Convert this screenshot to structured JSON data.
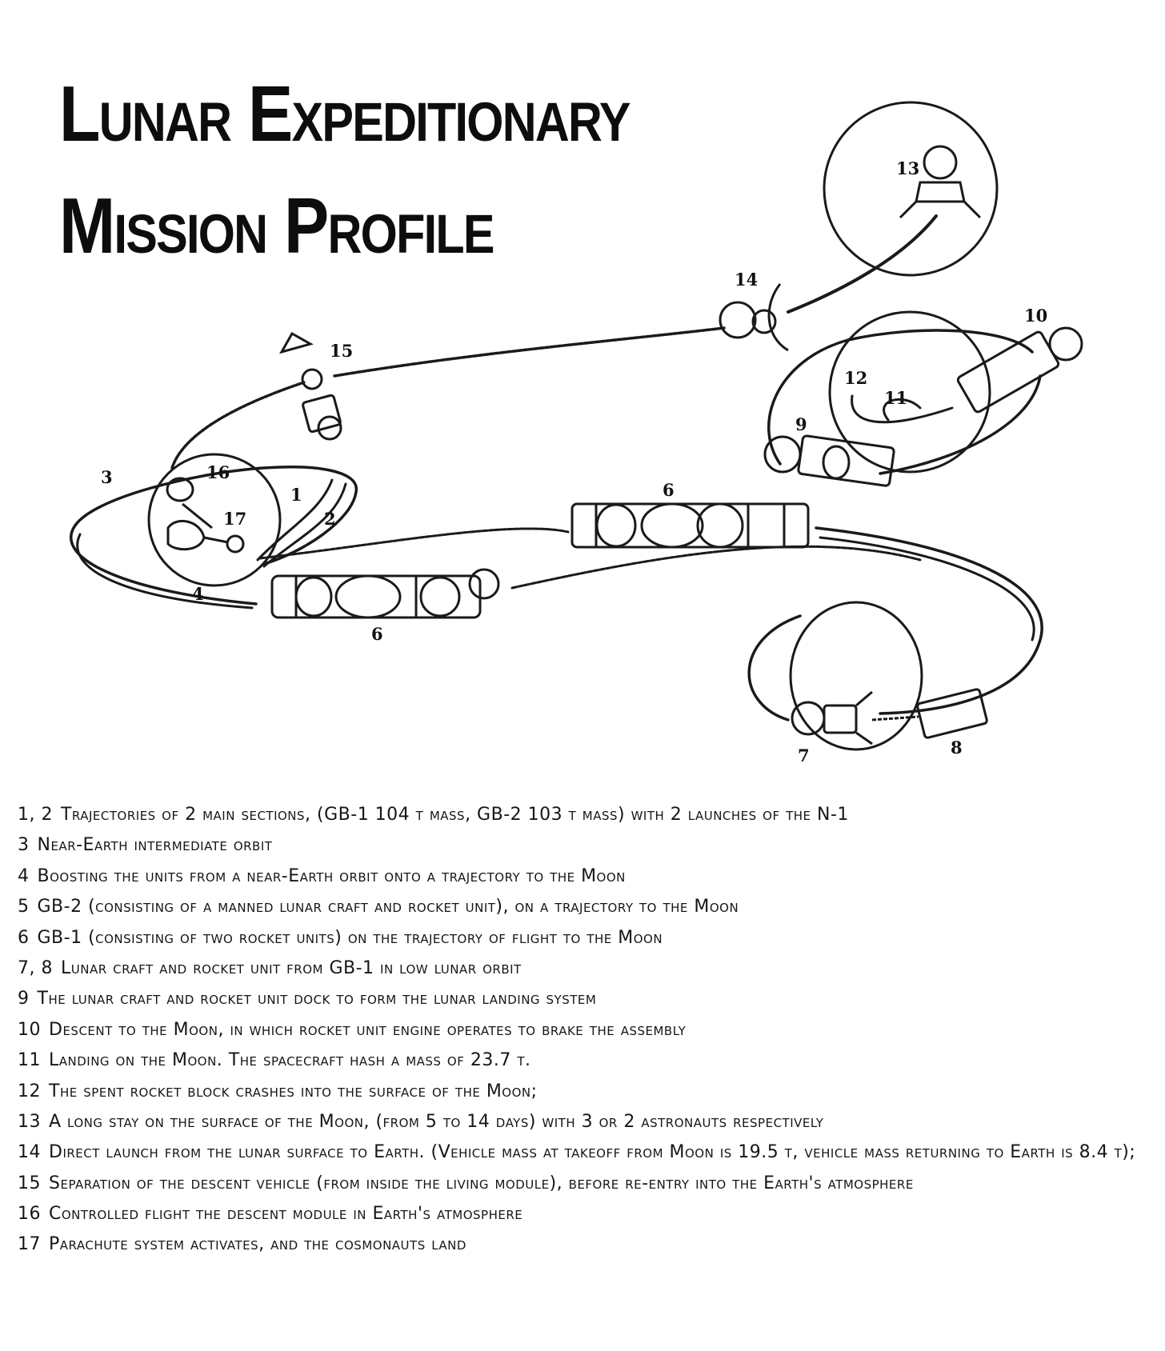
{
  "title": {
    "line1": "Lunar Expeditionary",
    "line2": "Mission Profile"
  },
  "diagram_labels": {
    "l1": "1",
    "l2": "2",
    "l3": "3",
    "l4": "4",
    "l6": "6",
    "l6b": "6",
    "l7": "7",
    "l8": "8",
    "l9": "9",
    "l10": "10",
    "l11": "11",
    "l12": "12",
    "l13": "13",
    "l14": "14",
    "l15": "15",
    "l16": "16",
    "l17": "17"
  },
  "legend": [
    {
      "num": "1, 2",
      "text": "Trajectories of 2 main sections, (GB-1 104 t mass, GB-2 103 t mass) with 2 launches of the N-1"
    },
    {
      "num": "3",
      "text": "Near-Earth intermediate orbit"
    },
    {
      "num": "4",
      "text": "Boosting the units from a near-Earth orbit onto a trajectory to the Moon"
    },
    {
      "num": "5",
      "text": "GB-2 (consisting of a manned lunar craft and rocket unit), on a trajectory to the Moon"
    },
    {
      "num": "6",
      "text": "GB-1 (consisting of two rocket units) on the trajectory of flight to the Moon"
    },
    {
      "num": "7, 8",
      "text": "Lunar craft and rocket unit from GB-1 in low lunar orbit"
    },
    {
      "num": "9",
      "text": "The lunar craft and rocket unit dock to form the lunar landing system"
    },
    {
      "num": "10",
      "text": "Descent to the Moon, in which rocket unit engine operates to brake the assembly"
    },
    {
      "num": "11",
      "text": "Landing on the Moon. The spacecraft hash a mass of 23.7 t."
    },
    {
      "num": "12",
      "text": "The spent rocket block crashes into the surface of the Moon;"
    },
    {
      "num": "13",
      "text": "A long stay on the surface of the Moon, (from 5 to 14 days) with 3 or 2 astronauts respectively"
    },
    {
      "num": "14",
      "text": "Direct launch from the lunar surface to Earth. (Vehicle mass at takeoff from Moon is 19.5 t, vehicle mass returning to Earth is 8.4 t);"
    },
    {
      "num": "15",
      "text": "Separation of the descent vehicle (from inside the living module), before re-entry into the Earth's atmosphere"
    },
    {
      "num": "16",
      "text": "Controlled flight the descent module in Earth's atmosphere"
    },
    {
      "num": "17",
      "text": "Parachute system activates, and the cosmonauts land"
    }
  ]
}
